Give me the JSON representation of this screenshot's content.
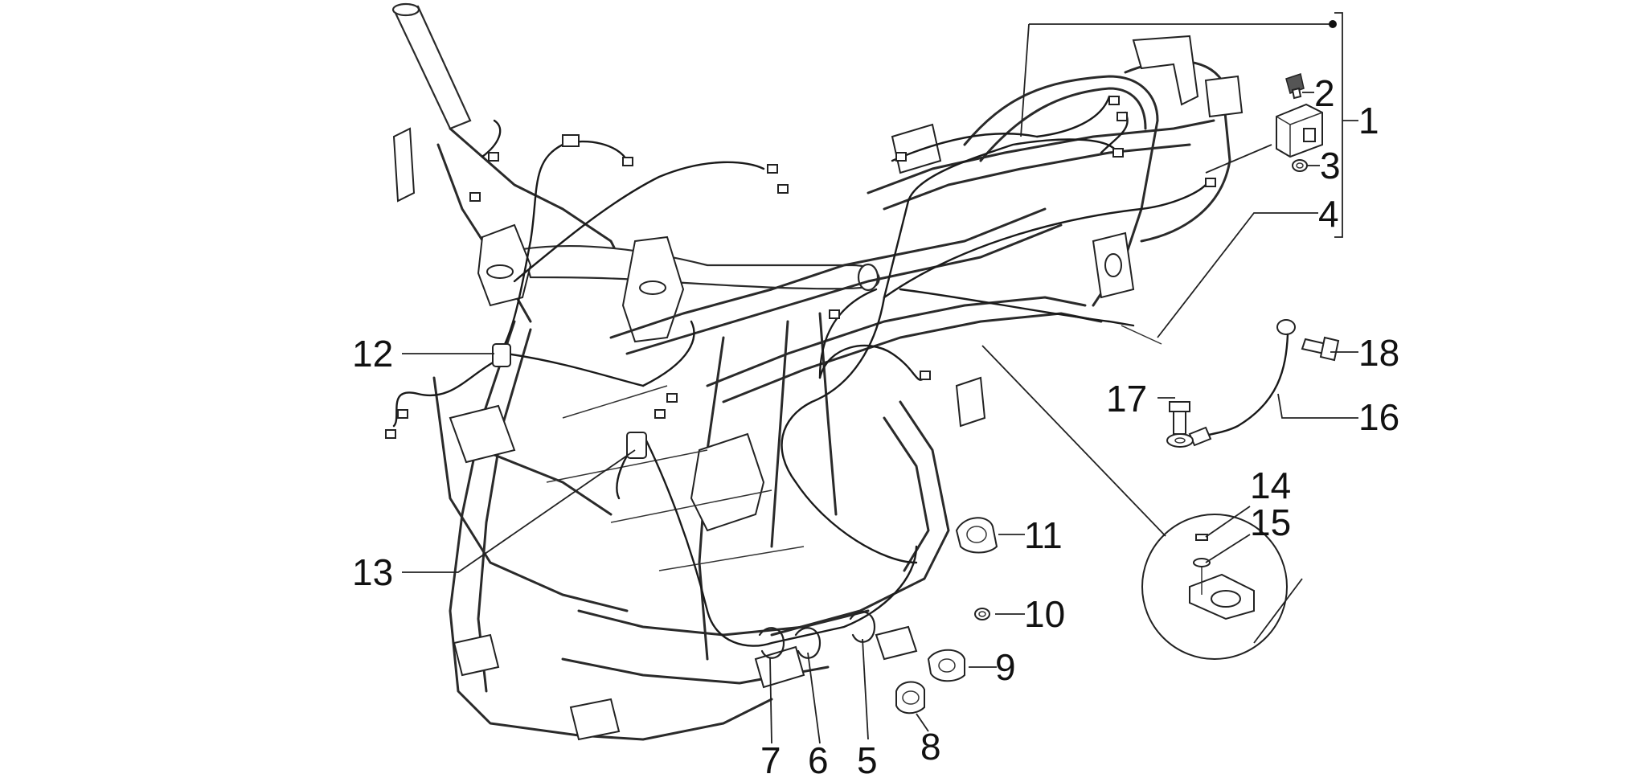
{
  "callouts": [
    {
      "id": "1",
      "label": "1"
    },
    {
      "id": "2",
      "label": "2"
    },
    {
      "id": "3",
      "label": "3"
    },
    {
      "id": "4",
      "label": "4"
    },
    {
      "id": "5",
      "label": "5"
    },
    {
      "id": "6",
      "label": "6"
    },
    {
      "id": "7",
      "label": "7"
    },
    {
      "id": "8",
      "label": "8"
    },
    {
      "id": "9",
      "label": "9"
    },
    {
      "id": "10",
      "label": "10"
    },
    {
      "id": "11",
      "label": "11"
    },
    {
      "id": "12",
      "label": "12"
    },
    {
      "id": "13",
      "label": "13"
    },
    {
      "id": "14",
      "label": "14"
    },
    {
      "id": "15",
      "label": "15"
    },
    {
      "id": "16",
      "label": "16"
    },
    {
      "id": "17",
      "label": "17"
    },
    {
      "id": "18",
      "label": "18"
    }
  ],
  "colors": {
    "line": "#222222",
    "background": "#ffffff"
  }
}
